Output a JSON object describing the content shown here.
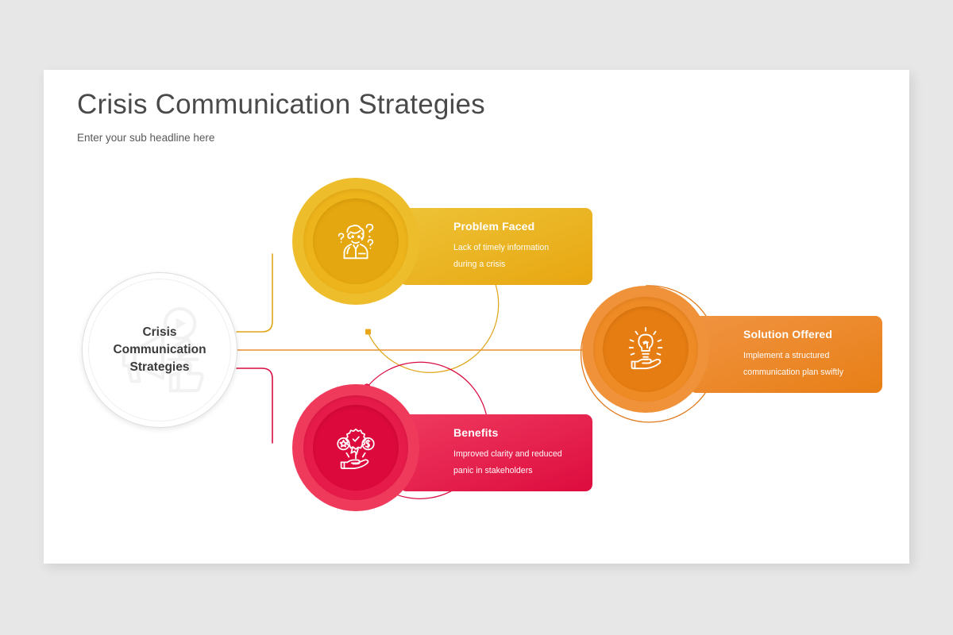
{
  "slide": {
    "title": "Crisis Communication Strategies",
    "subtitle": "Enter your sub headline here",
    "background_color": "#e8e7e7",
    "sheet_color": "#ffffff"
  },
  "hub": {
    "label": "Crisis\nCommunication\nStrategies",
    "label_line1": "Crisis",
    "label_line2": "Communication",
    "label_line3": "Strategies",
    "icon": "megaphone-play-thumbsup-watermark-icon",
    "fill_color": "#ffffff",
    "border_color": "#dedede"
  },
  "nodes": [
    {
      "id": "problem",
      "title": "Problem Faced",
      "description_line1": "Lack of timely information",
      "description_line2": "during a crisis",
      "icon": "confused-person-question-marks-icon",
      "color_outer": "#edbd2c",
      "color_mid": "#eeb41b",
      "color_inner": "#e5a70f",
      "color_panel_from": "#edc336",
      "color_panel_to": "#e8a611",
      "connector_color": "#e0a51a",
      "connector_marker": "square"
    },
    {
      "id": "solution",
      "title": "Solution Offered",
      "description_line1": "Implement a structured",
      "description_line2": "communication plan swiftly",
      "icon": "hand-holding-lightbulb-icon",
      "color_outer": "#ef9239",
      "color_mid": "#ef8b25",
      "color_inner": "#e57d12",
      "color_panel_from": "#f09341",
      "color_panel_to": "#e87f16",
      "connector_color": "#e89033",
      "connector_marker": "none"
    },
    {
      "id": "benefits",
      "title": "Benefits",
      "description_line1": "Improved clarity and reduced",
      "description_line2": "panic in stakeholders",
      "icon": "hand-holding-award-star-coin-icon",
      "color_outer": "#ef3a5c",
      "color_mid": "#e71b49",
      "color_inner": "#dc0a3c",
      "color_panel_from": "#ef3a5f",
      "color_panel_to": "#dd0c3e",
      "connector_color": "#d80d42",
      "connector_marker": "circle"
    }
  ]
}
